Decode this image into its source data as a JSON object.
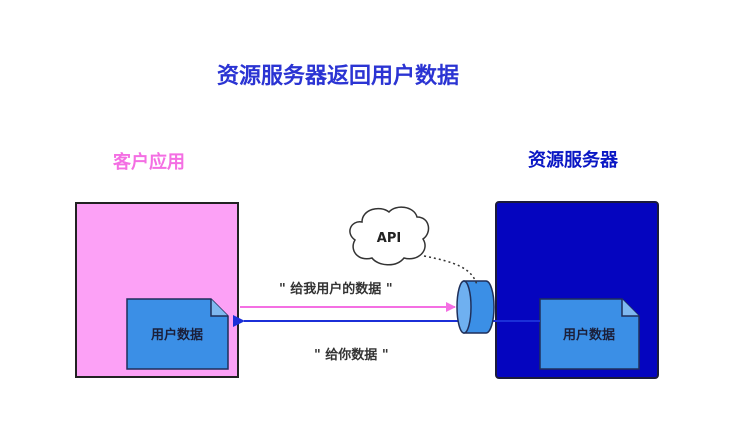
{
  "title": "资源服务器返回用户数据",
  "client": {
    "label": "客户应用",
    "doc_label": "用户数据"
  },
  "server": {
    "label": "资源服务器",
    "doc_label": "用户数据"
  },
  "api": {
    "label": "API"
  },
  "messages": {
    "request": "\" 给我用户的数据 \"",
    "response": "\" 给你数据 \""
  },
  "colors": {
    "title": "#2b34d3",
    "client_fill": "#fca1f6",
    "client_label": "#f46fe3",
    "server_fill": "#0505bf",
    "server_label": "#0a17c4",
    "doc_fill": "#3b8fe6",
    "request_arrow": "#f46fe3",
    "response_arrow": "#1b2fd8"
  }
}
